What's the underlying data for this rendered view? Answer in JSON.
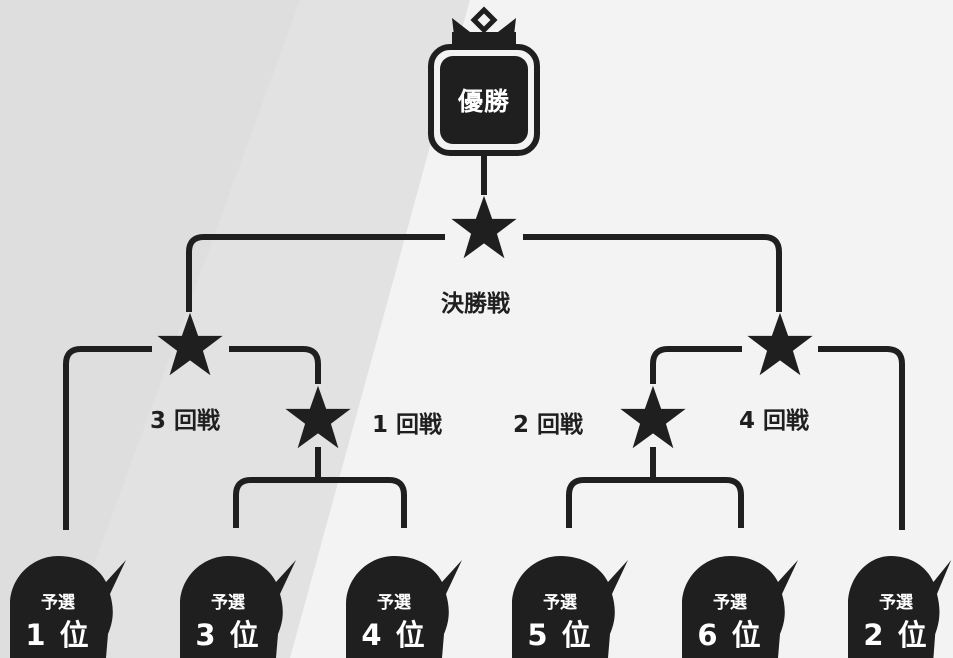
{
  "champion": {
    "label": "優勝"
  },
  "final": {
    "label": "決勝戦"
  },
  "rounds": {
    "round3": "3 回戦",
    "round1": "1 回戦",
    "round2": "2 回戦",
    "round4": "4 回戦"
  },
  "seeds": [
    {
      "top": "予選",
      "rank": "1 位"
    },
    {
      "top": "予選",
      "rank": "3 位"
    },
    {
      "top": "予選",
      "rank": "4 位"
    },
    {
      "top": "予選",
      "rank": "5 位"
    },
    {
      "top": "予選",
      "rank": "6 位"
    },
    {
      "top": "予選",
      "rank": "2 位"
    }
  ],
  "colors": {
    "ink": "#1f1f1f",
    "background": "#f3f3f3",
    "shade": "#dedede"
  }
}
